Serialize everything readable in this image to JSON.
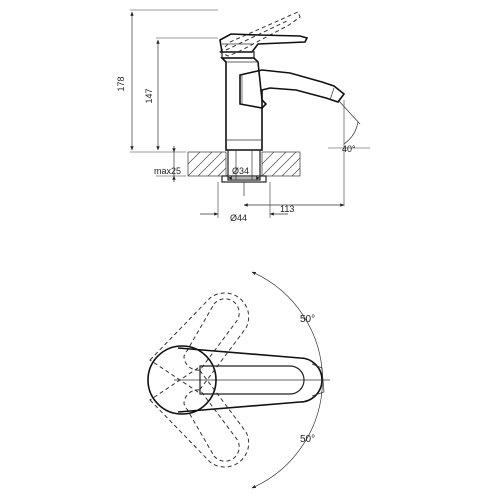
{
  "dimensions": {
    "total_height": "178",
    "spout_height": "147",
    "max_deck_thickness": "max25",
    "thread_diameter": "Ø34",
    "base_diameter": "Ø44",
    "projection": "113",
    "spout_angle": "40°"
  },
  "top_view": {
    "rotation_upper": "50°",
    "rotation_lower": "50°"
  }
}
